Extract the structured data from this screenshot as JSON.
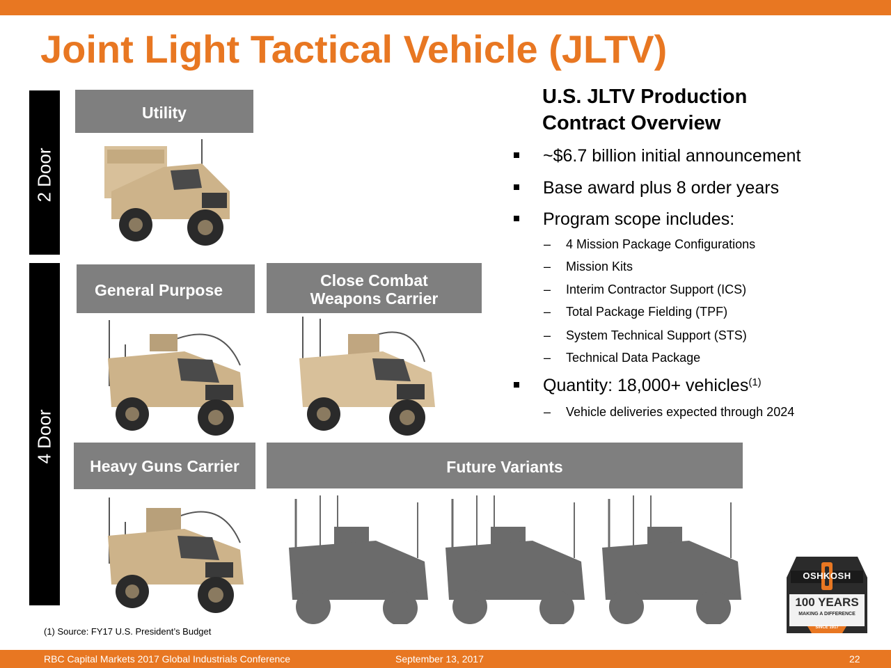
{
  "title": "Joint Light Tactical Vehicle (JLTV)",
  "door_labels": {
    "two_door": "2 Door",
    "four_door": "4 Door"
  },
  "variants": {
    "utility": "Utility",
    "general_purpose": "General Purpose",
    "close_combat_line1": "Close Combat",
    "close_combat_line2": "Weapons Carrier",
    "heavy_guns": "Heavy Guns Carrier",
    "future": "Future Variants"
  },
  "overview": {
    "heading_line1": "U.S. JLTV Production",
    "heading_line2": "Contract Overview",
    "bullets": [
      "~$6.7 billion initial announcement",
      "Base award plus 8 order years",
      "Program scope includes:"
    ],
    "scope_items": [
      "4 Mission Package Configurations",
      "Mission Kits",
      "Interim Contractor Support (ICS)",
      "Total Package Fielding (TPF)",
      "System Technical Support (STS)",
      "Technical Data Package"
    ],
    "quantity": "Quantity: 18,000+ vehicles",
    "quantity_note": "(1)",
    "quantity_sub": "Vehicle deliveries expected through 2024",
    "dash": "–"
  },
  "footnote": "(1)  Source: FY17 U.S. President’s Budget",
  "footer": {
    "left": "RBC Capital Markets 2017 Global Industrials Conference",
    "center": "September 13, 2017",
    "page": "22"
  },
  "logo": {
    "brand": "OSHKOSH",
    "years": "100 YEARS",
    "tagline": "MAKING A DIFFERENCE",
    "since": "SINCE 1917"
  },
  "colors": {
    "accent": "#e87722",
    "label_gray": "#7f7f7f",
    "vehicle_tan": "#c9ae86",
    "silhouette": "#6b6b6b"
  }
}
